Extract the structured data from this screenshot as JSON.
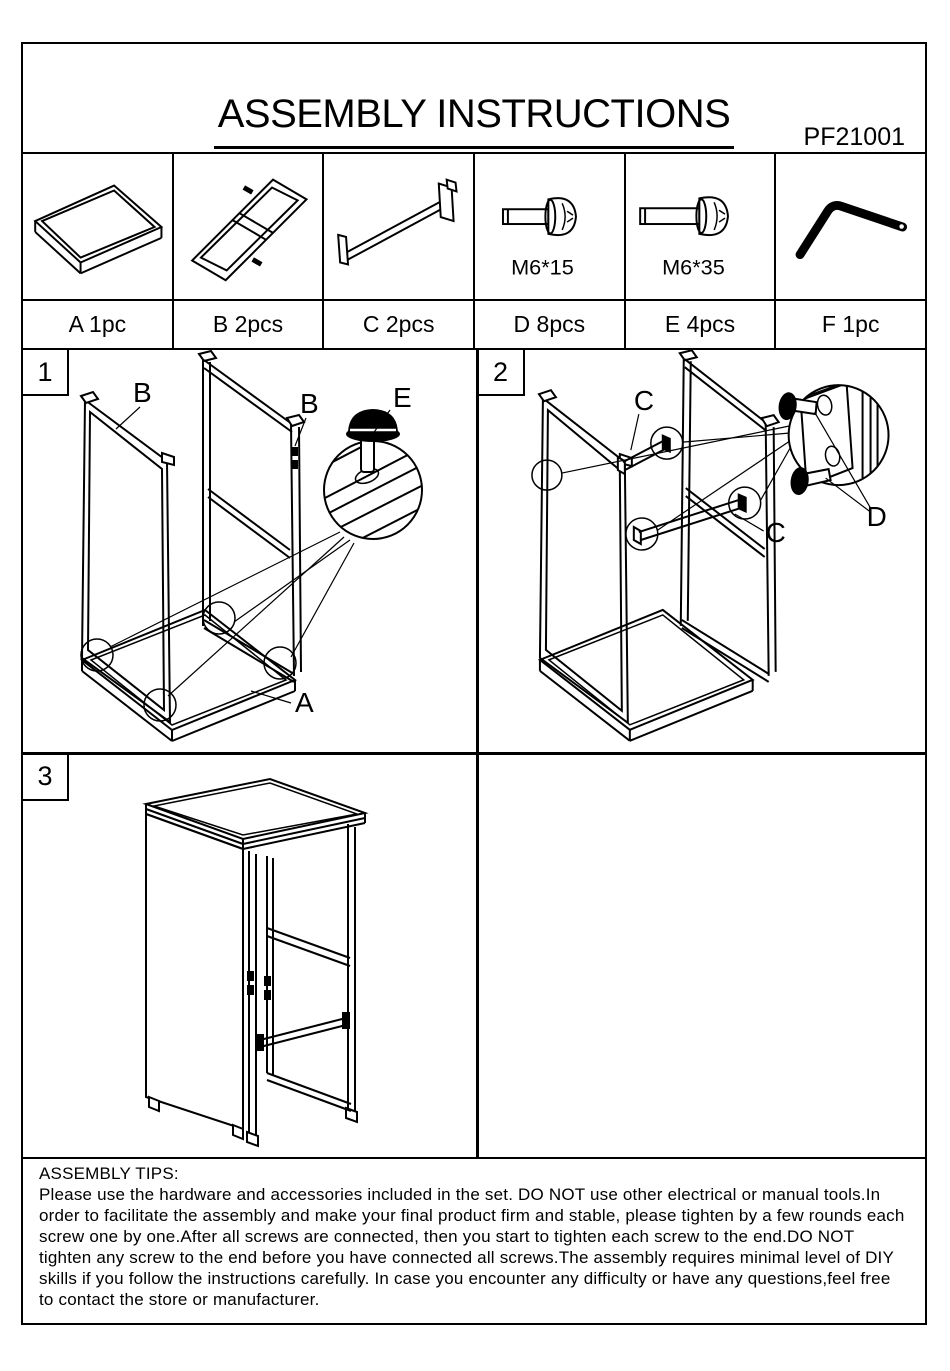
{
  "header": {
    "title": "ASSEMBLY INSTRUCTIONS",
    "model": "PF21001"
  },
  "parts": [
    {
      "id": "A",
      "label": "A 1pc",
      "icon": "top-panel-icon"
    },
    {
      "id": "B",
      "label": "B 2pcs",
      "icon": "side-frame-icon"
    },
    {
      "id": "C",
      "label": "C 2pcs",
      "icon": "cross-bar-icon"
    },
    {
      "id": "D",
      "label": "D 8pcs",
      "size": "M6*15",
      "icon": "short-bolt-icon"
    },
    {
      "id": "E",
      "label": "E 4pcs",
      "size": "M6*35",
      "icon": "long-bolt-icon"
    },
    {
      "id": "F",
      "label": "F 1pc",
      "icon": "allen-key-icon"
    }
  ],
  "steps": [
    {
      "number": "1",
      "labels": {
        "b_left": "B",
        "b_right": "B",
        "e": "E",
        "a": "A"
      }
    },
    {
      "number": "2",
      "labels": {
        "c_top": "C",
        "c_bottom": "C",
        "d": "D"
      }
    },
    {
      "number": "3",
      "labels": {}
    }
  ],
  "tips": {
    "heading": "ASSEMBLY TIPS:",
    "body": "Please use the hardware and accessories included in the set. DO NOT use other electrical or manual tools.In order to facilitate the assembly and make your final product firm and stable, please tighten by a few rounds each screw one by one.After all screws are connected, then you start to tighten each screw to the end.DO NOT tighten any screw to the end before you have connected all screws.The assembly requires minimal level of DIY skills if you follow the instructions carefully. In case you encounter any difficulty or have any questions,feel free to contact the store or manufacturer."
  }
}
